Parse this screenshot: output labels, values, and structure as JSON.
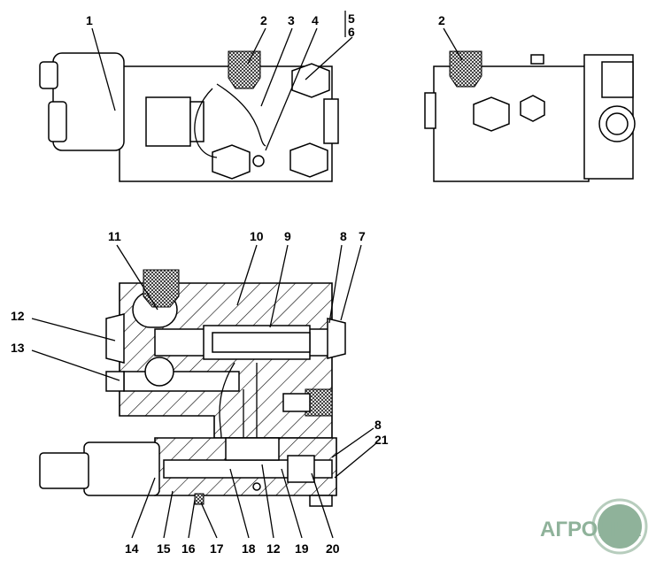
{
  "title": "Hydraulic valve block assembly drawing",
  "views": {
    "side_view": {
      "callouts": [
        "1",
        "2",
        "3",
        "4",
        "5",
        "6"
      ]
    },
    "end_view": {
      "callouts": [
        "2"
      ]
    },
    "section_view": {
      "top_callouts": [
        "11",
        "10",
        "9",
        "8",
        "7"
      ],
      "left_callouts": [
        "12",
        "13"
      ],
      "right_callouts": [
        "8",
        "21"
      ],
      "bottom_callouts": [
        "14",
        "15",
        "16",
        "17",
        "18",
        "12",
        "19",
        "20"
      ]
    }
  },
  "logo": {
    "text": "АГРОНКА",
    "color": "#8fb29a"
  }
}
